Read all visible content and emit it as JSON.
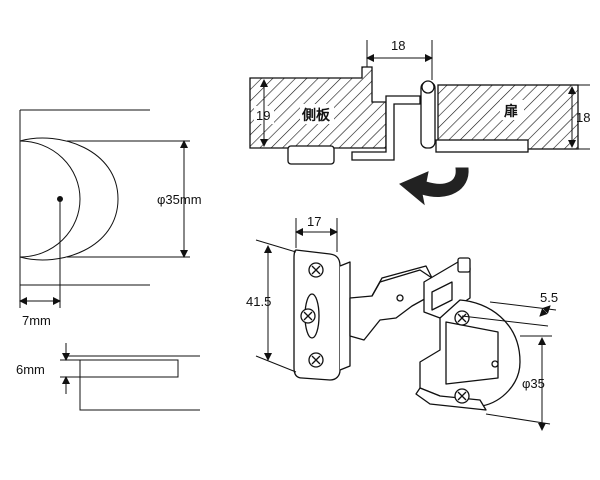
{
  "labels": {
    "diameter_35mm": "φ35mm",
    "offset_7mm": "7mm",
    "depth_6mm": "6mm",
    "top_gap_18": "18",
    "side_panel_thickness_19": "19",
    "door_thickness_18": "18",
    "side_panel": "側板",
    "door": "扉",
    "plate_width_17": "17",
    "plate_height_41_5": "41.5",
    "cup_offset_5_5": "5.5",
    "cup_diameter_35": "φ35"
  },
  "colors": {
    "ink": "#111111",
    "arrow_fill": "#222222",
    "hinge_shade": "#e6e6e6"
  },
  "icons": {
    "rotation_arrow": "curved-arrow-left"
  }
}
